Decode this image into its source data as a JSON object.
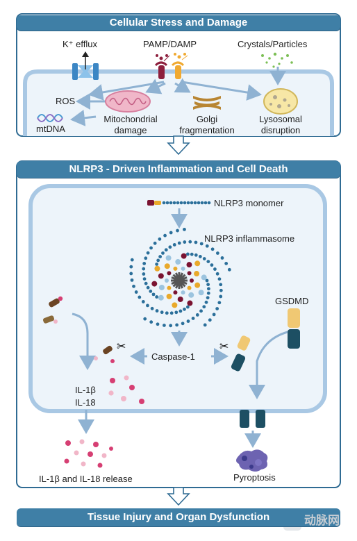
{
  "sections": {
    "stress_title": "Cellular Stress and Damage",
    "nlrp3_title": "NLRP3 - Driven Inflammation and Cell Death",
    "outcome_title": "Tissue Injury and Organ Dysfunction"
  },
  "stress": {
    "k_efflux": "K⁺ efflux",
    "pamp_damp": "PAMP/DAMP",
    "crystals": "Crystals/Particles",
    "ros": "ROS",
    "mtdna": "mtDNA",
    "mito_line1": "Mitochondrial",
    "mito_line2": "damage",
    "golgi_line1": "Golgi",
    "golgi_line2": "fragmentation",
    "lyso_line1": "Lysosomal",
    "lyso_line2": "disruption"
  },
  "inflammation": {
    "monomer": "NLRP3 monomer",
    "inflammasome": "NLRP3 inflammasome",
    "gsdmd": "GSDMD",
    "caspase": "Caspase-1",
    "il1b": "IL-1β",
    "il18": "IL-18",
    "release": "IL-1β and IL-18 release",
    "pyroptosis": "Pyroptosis"
  },
  "watermark": "动脉网",
  "colors": {
    "banner": "#3f7fa6",
    "membrane": "#a9c8e4",
    "cell_fill": "#edf4fa",
    "arrow": "#8fb2d2",
    "dot_blue": "#2b6f9a",
    "maroon": "#7a1331",
    "orange": "#e9a92b",
    "pink": "#d63f73",
    "light_pink": "#f1b6c8",
    "teal_dark": "#1d4f63",
    "tan": "#f0c873",
    "purple": "#5d52a8"
  }
}
